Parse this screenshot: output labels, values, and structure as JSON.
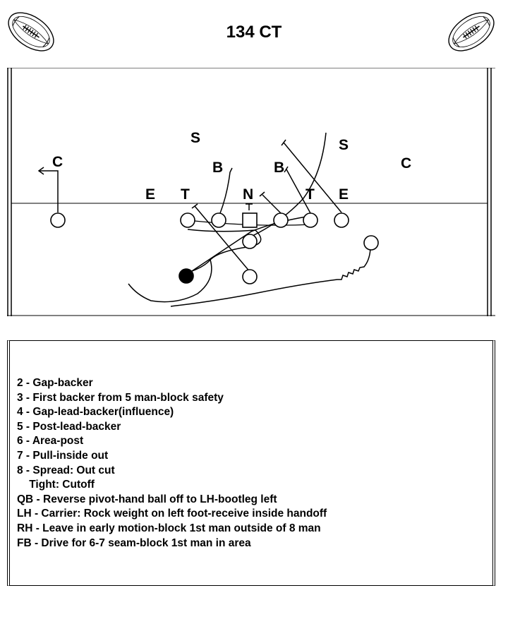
{
  "title": "134 CT",
  "icons": {
    "left": "football-icon",
    "right": "football-icon"
  },
  "defense": [
    {
      "id": "safety-left",
      "label": "S"
    },
    {
      "id": "safety-right",
      "label": "S"
    },
    {
      "id": "corner-left",
      "label": "C"
    },
    {
      "id": "corner-right",
      "label": "C"
    },
    {
      "id": "backer-left",
      "label": "B"
    },
    {
      "id": "backer-right",
      "label": "B"
    },
    {
      "id": "end-left",
      "label": "E"
    },
    {
      "id": "tackle-left",
      "label": "T"
    },
    {
      "id": "nose",
      "label": "N"
    },
    {
      "id": "tackle-right",
      "label": "T"
    },
    {
      "id": "end-right",
      "label": "E"
    }
  ],
  "notes": [
    "2 - Gap-backer",
    "3 - First backer from 5 man-block safety",
    "4 - Gap-lead-backer(influence)",
    "5 - Post-lead-backer",
    "6 - Area-post",
    "7 - Pull-inside out",
    "8 - Spread: Out cut",
    "    Tight: Cutoff",
    "QB - Reverse pivot-hand ball off to LH-bootleg left",
    "LH - Carrier: Rock weight on left foot-receive inside handoff",
    "RH - Leave in early motion-block 1st man outside of 8 man",
    "FB - Drive for 6-7 seam-block 1st man in area"
  ]
}
